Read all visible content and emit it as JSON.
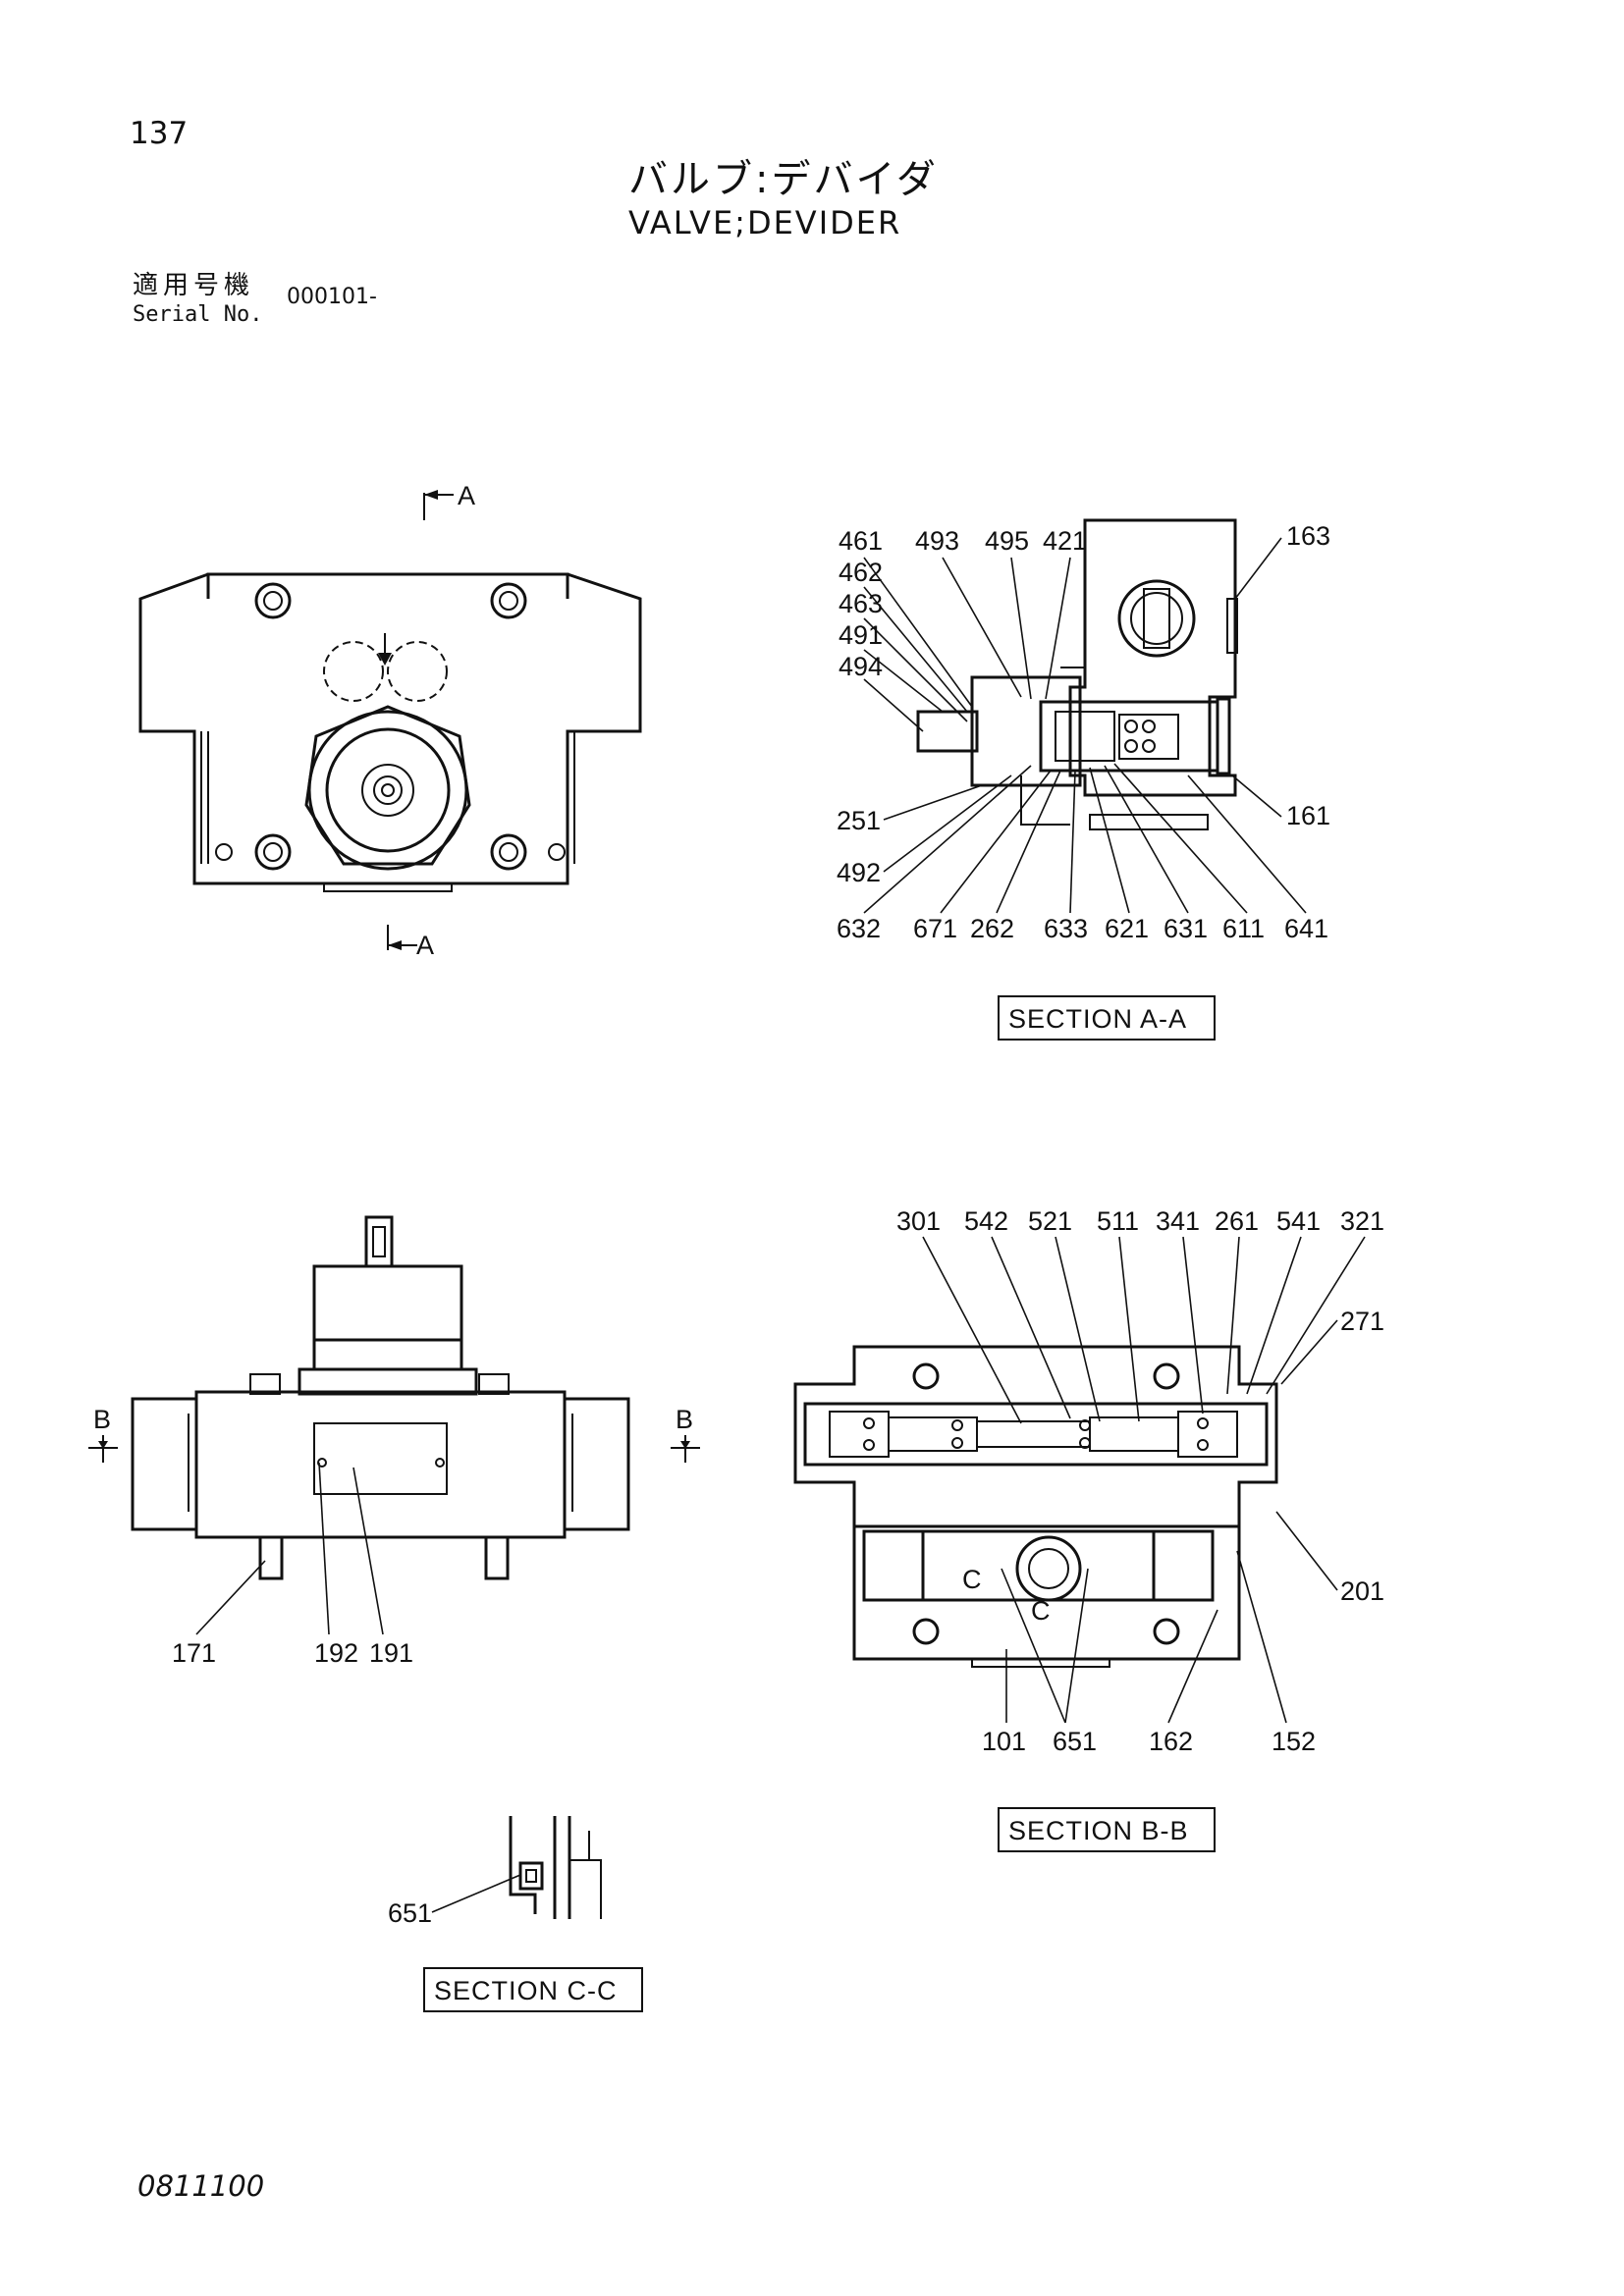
{
  "header": {
    "page_number": "137",
    "title_jp": "バルブ:デバイダ",
    "title_en": "VALVE;DEVIDER",
    "serial_label_jp": "適用号機",
    "serial_label_en": "Serial No.",
    "serial_value": "000101-"
  },
  "views": {
    "front": {
      "arrow_top": "A",
      "arrow_bottom": "A"
    },
    "section_aa": {
      "caption": "SECTION A-A",
      "labels": {
        "l461": "461",
        "l462": "462",
        "l463": "463",
        "l491": "491",
        "l494": "494",
        "l493": "493",
        "l495": "495",
        "l421": "421",
        "l163": "163",
        "l161": "161",
        "l251": "251",
        "l492": "492",
        "l632": "632",
        "l671": "671",
        "l262": "262",
        "l633": "633",
        "l621": "621",
        "l631": "631",
        "l611": "611",
        "l641": "641"
      }
    },
    "top": {
      "arrow_left": "B",
      "arrow_right": "B",
      "labels": {
        "l171": "171",
        "l192": "192",
        "l191": "191"
      }
    },
    "section_bb": {
      "caption": "SECTION B-B",
      "labels": {
        "l301": "301",
        "l542": "542",
        "l521": "521",
        "l511": "511",
        "l341": "341",
        "l261": "261",
        "l541": "541",
        "l321": "321",
        "l271": "271",
        "l201": "201",
        "l101": "101",
        "l651": "651",
        "l162": "162",
        "l152": "152",
        "c_marker": "C",
        "c_marker2": "C"
      }
    },
    "section_cc": {
      "caption": "SECTION C-C",
      "labels": {
        "l651": "651"
      }
    }
  },
  "footer": {
    "code": "0811100"
  }
}
